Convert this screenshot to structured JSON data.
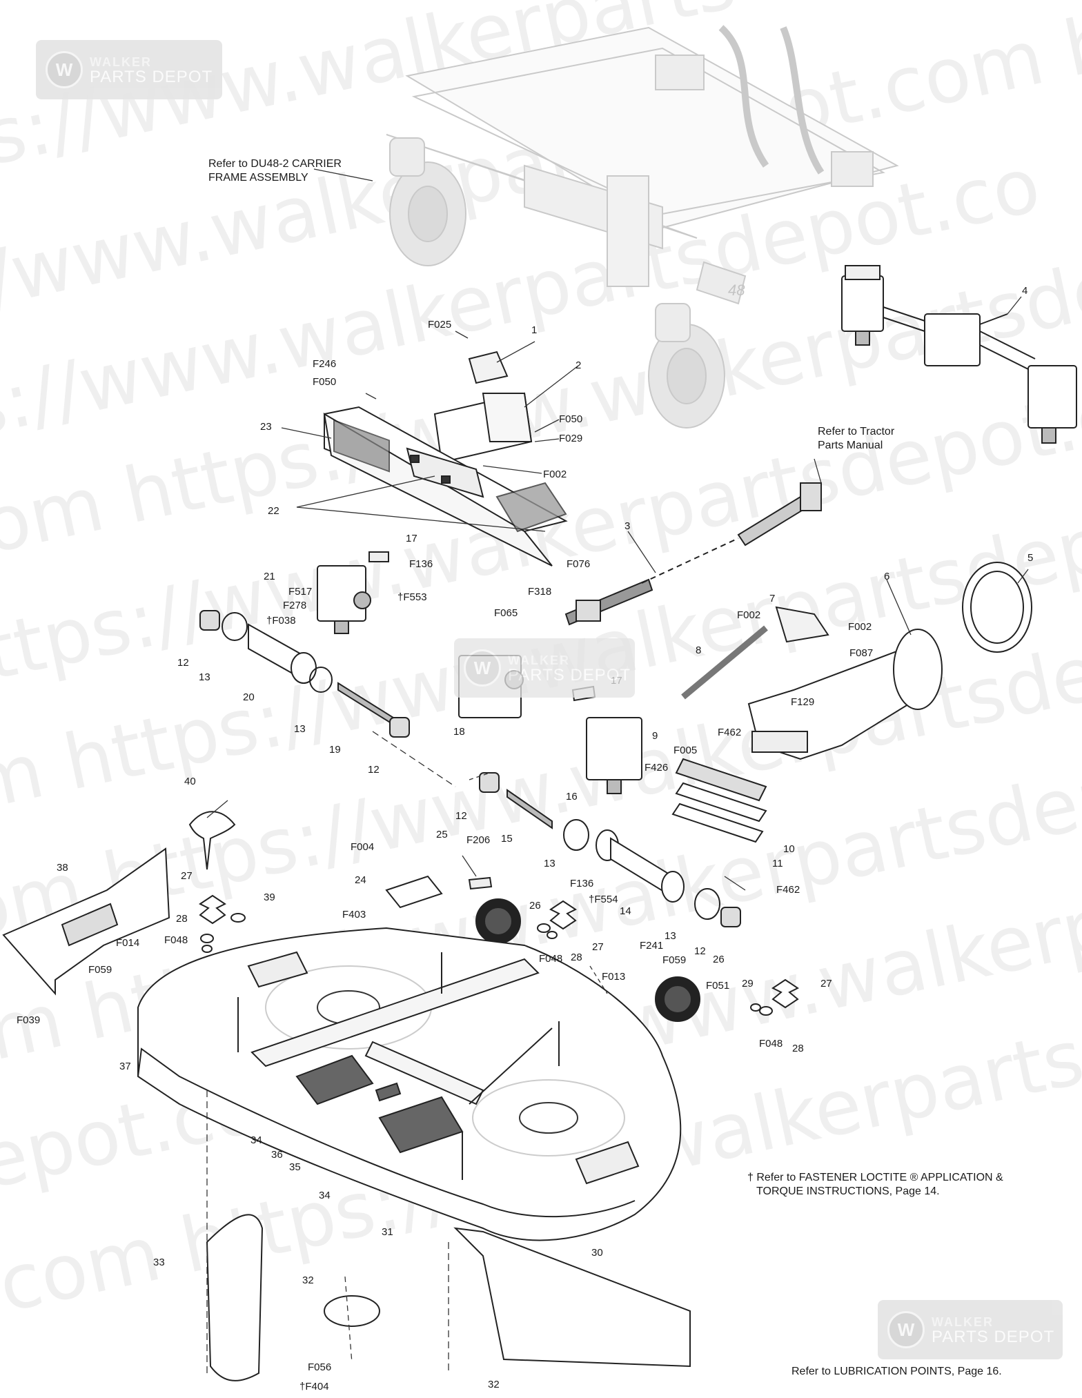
{
  "watermark": {
    "text_lines": [
      "https://www.walkerparts",
      "tps://www.walkerpartsdepot.com  https:/",
      "ttps://www.walkerpartsdepot.co",
      "ot.com  https://www.walkerpartsdepot.com",
      "https://www.walkerpartsdepot.com",
      "com  https://www.walkerpartsdepot.com",
      "com  https://www.walkerpartsdepot",
      "m  https://www.walkerpartsdepot",
      "depot.com  https://www.walkerpartsdepot.com",
      "com  https://www.walkerpartsdep"
    ],
    "badge_line1": "WALKER",
    "badge_line2": "PARTS DEPOT",
    "badge_icon": "W"
  },
  "notes": {
    "carrier_frame": "Refer to DU48-2 CARRIER\nFRAME ASSEMBLY",
    "tractor_manual": "Refer to Tractor\nParts Manual",
    "loctite": "† Refer to FASTENER LOCTITE ® APPLICATION &\n   TORQUE INSTRUCTIONS, Page 14.",
    "lubrication": "Refer to LUBRICATION POINTS, Page 16."
  },
  "frame_badge": "48",
  "callouts": [
    {
      "id": "c-f025",
      "text": "F025"
    },
    {
      "id": "c-1",
      "text": "1"
    },
    {
      "id": "c-f246",
      "text": "F246"
    },
    {
      "id": "c-f050a",
      "text": "F050"
    },
    {
      "id": "c-2",
      "text": "2"
    },
    {
      "id": "c-f050b",
      "text": "F050"
    },
    {
      "id": "c-f029",
      "text": "F029"
    },
    {
      "id": "c-f002a",
      "text": "F002"
    },
    {
      "id": "c-23",
      "text": "23"
    },
    {
      "id": "c-22",
      "text": "22"
    },
    {
      "id": "c-17a",
      "text": "17"
    },
    {
      "id": "c-f136a",
      "text": "F136"
    },
    {
      "id": "c-f553",
      "text": "†F553"
    },
    {
      "id": "c-21",
      "text": "21"
    },
    {
      "id": "c-f517",
      "text": "F517"
    },
    {
      "id": "c-f278",
      "text": "F278"
    },
    {
      "id": "c-f038",
      "text": "†F038"
    },
    {
      "id": "c-12a",
      "text": "12"
    },
    {
      "id": "c-13a",
      "text": "13"
    },
    {
      "id": "c-20",
      "text": "20"
    },
    {
      "id": "c-13b",
      "text": "13"
    },
    {
      "id": "c-19",
      "text": "19"
    },
    {
      "id": "c-12b",
      "text": "12"
    },
    {
      "id": "c-4",
      "text": "4"
    },
    {
      "id": "c-3",
      "text": "3"
    },
    {
      "id": "c-f076",
      "text": "F076"
    },
    {
      "id": "c-f318",
      "text": "F318"
    },
    {
      "id": "c-f065",
      "text": "F065"
    },
    {
      "id": "c-18",
      "text": "18"
    },
    {
      "id": "c-17b",
      "text": "17"
    },
    {
      "id": "c-5",
      "text": "5"
    },
    {
      "id": "c-6",
      "text": "6"
    },
    {
      "id": "c-7",
      "text": "7"
    },
    {
      "id": "c-f002b",
      "text": "F002"
    },
    {
      "id": "c-f002c",
      "text": "F002"
    },
    {
      "id": "c-f087",
      "text": "F087"
    },
    {
      "id": "c-f129",
      "text": "F129"
    },
    {
      "id": "c-8",
      "text": "8"
    },
    {
      "id": "c-f462a",
      "text": "F462"
    },
    {
      "id": "c-f005",
      "text": "F005"
    },
    {
      "id": "c-9",
      "text": "9"
    },
    {
      "id": "c-f426",
      "text": "F426"
    },
    {
      "id": "c-16",
      "text": "16"
    },
    {
      "id": "c-10",
      "text": "10"
    },
    {
      "id": "c-11",
      "text": "11"
    },
    {
      "id": "c-f462b",
      "text": "F462"
    },
    {
      "id": "c-40",
      "text": "40"
    },
    {
      "id": "c-12c",
      "text": "12"
    },
    {
      "id": "c-15",
      "text": "15"
    },
    {
      "id": "c-13c",
      "text": "13"
    },
    {
      "id": "c-25",
      "text": "25"
    },
    {
      "id": "c-f206",
      "text": "F206"
    },
    {
      "id": "c-f004",
      "text": "F004"
    },
    {
      "id": "c-24",
      "text": "24"
    },
    {
      "id": "c-f403",
      "text": "F403"
    },
    {
      "id": "c-26a",
      "text": "26"
    },
    {
      "id": "c-f136b",
      "text": "F136"
    },
    {
      "id": "c-f554",
      "text": "†F554"
    },
    {
      "id": "c-14",
      "text": "14"
    },
    {
      "id": "c-13d",
      "text": "13"
    },
    {
      "id": "c-12d",
      "text": "12"
    },
    {
      "id": "c-27a",
      "text": "27"
    },
    {
      "id": "c-28a",
      "text": "28"
    },
    {
      "id": "c-f048a",
      "text": "F048"
    },
    {
      "id": "c-38",
      "text": "38"
    },
    {
      "id": "c-27b",
      "text": "27"
    },
    {
      "id": "c-28b",
      "text": "28"
    },
    {
      "id": "c-f048b",
      "text": "F048"
    },
    {
      "id": "c-39",
      "text": "39"
    },
    {
      "id": "c-f014",
      "text": "F014"
    },
    {
      "id": "c-f059a",
      "text": "F059"
    },
    {
      "id": "c-f039",
      "text": "F039"
    },
    {
      "id": "c-37",
      "text": "37"
    },
    {
      "id": "c-f013",
      "text": "F013"
    },
    {
      "id": "c-f241",
      "text": "F241"
    },
    {
      "id": "c-f059b",
      "text": "F059"
    },
    {
      "id": "c-26b",
      "text": "26"
    },
    {
      "id": "c-f051",
      "text": "F051"
    },
    {
      "id": "c-29",
      "text": "29"
    },
    {
      "id": "c-27c",
      "text": "27"
    },
    {
      "id": "c-f048c",
      "text": "F048"
    },
    {
      "id": "c-28c",
      "text": "28"
    },
    {
      "id": "c-34a",
      "text": "34"
    },
    {
      "id": "c-36",
      "text": "36"
    },
    {
      "id": "c-35",
      "text": "35"
    },
    {
      "id": "c-34b",
      "text": "34"
    },
    {
      "id": "c-31",
      "text": "31"
    },
    {
      "id": "c-30",
      "text": "30"
    },
    {
      "id": "c-33",
      "text": "33"
    },
    {
      "id": "c-32a",
      "text": "32"
    },
    {
      "id": "c-f056",
      "text": "F056"
    },
    {
      "id": "c-f404",
      "text": "†F404"
    },
    {
      "id": "c-32b",
      "text": "32"
    }
  ]
}
